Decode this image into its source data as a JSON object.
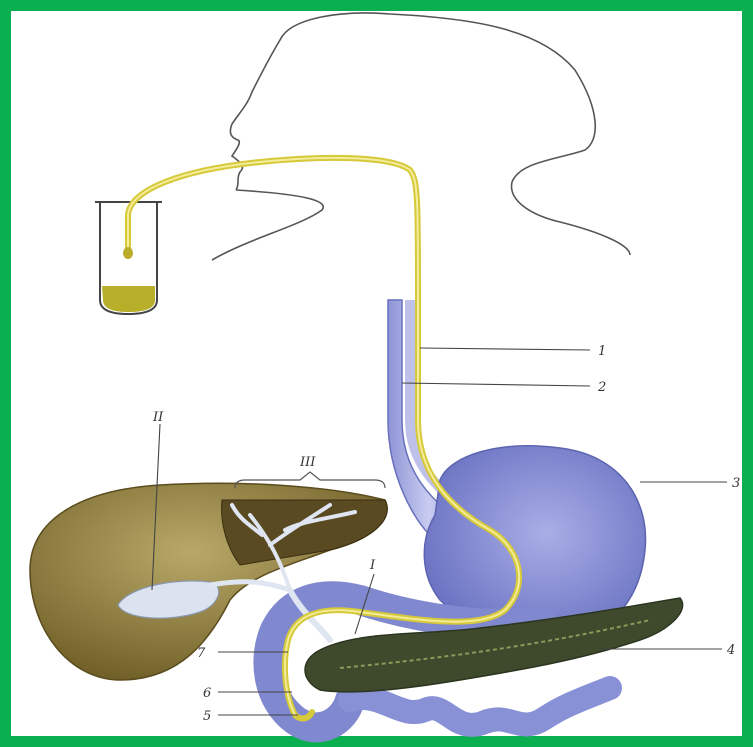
{
  "figure": {
    "labels": {
      "l1": "1",
      "l2": "2",
      "l3": "3",
      "l4": "4",
      "l5": "5",
      "l6": "6",
      "l7": "7",
      "r1": "I",
      "r2": "II",
      "r3": "III"
    }
  },
  "colors": {
    "frame": "#0ab04f",
    "tube": "#d6c93a",
    "stomach": "#7d85cc",
    "liver": "#8c7a3a",
    "pancreas": "#3d4a2a",
    "outline": "#555555"
  }
}
